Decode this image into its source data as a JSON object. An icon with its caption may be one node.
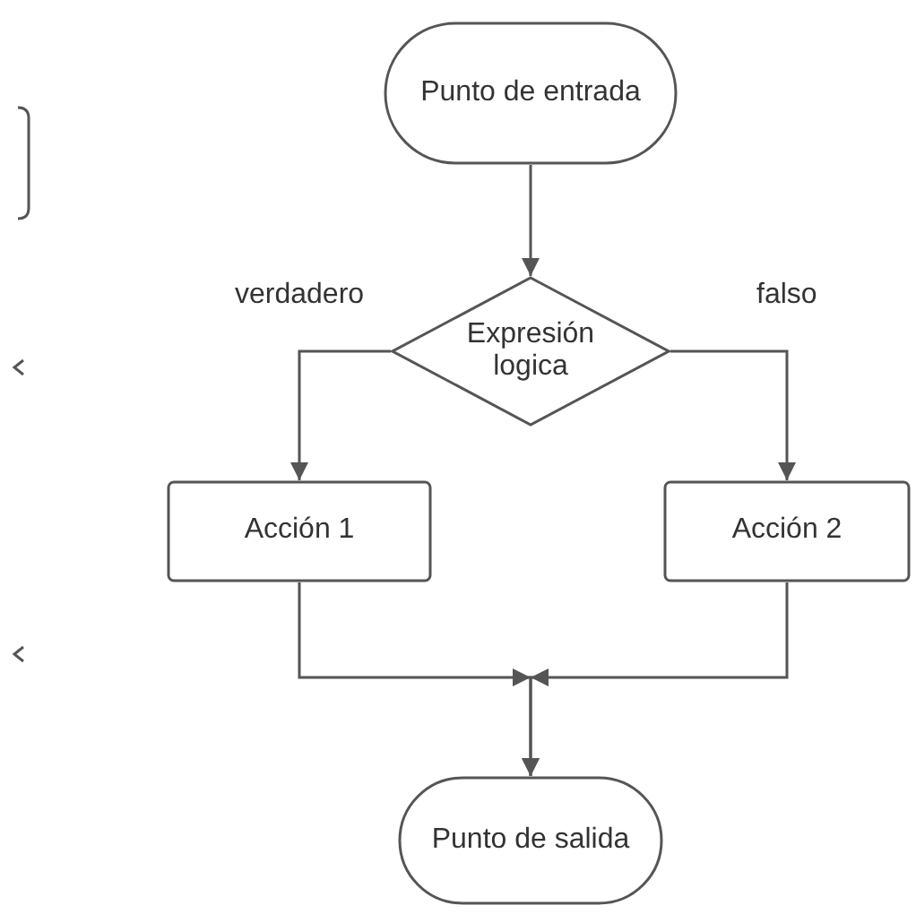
{
  "diagram": {
    "nodes": [
      {
        "text": [
          "Punto de entrada"
        ]
      },
      {
        "text": [
          "Expresión logica"
        ]
      },
      {
        "text": [
          "Acción 1"
        ]
      },
      {
        "text": [
          "Acción 2"
        ]
      },
      {
        "text": [
          "Punto de salida"
        ]
      }
    ],
    "edges": [
      {
        "from": 0,
        "to": 1,
        "arrow": "to"
      },
      {
        "from": 1,
        "to": 2,
        "arrow": "to",
        "label": "verdadero"
      },
      {
        "from": 1,
        "to": 3,
        "arrow": "to",
        "label": "falso"
      },
      {
        "from": 2,
        "to": 4,
        "arrow": "to"
      },
      {
        "from": 3,
        "to": 4,
        "arrow": "to"
      }
    ]
  }
}
